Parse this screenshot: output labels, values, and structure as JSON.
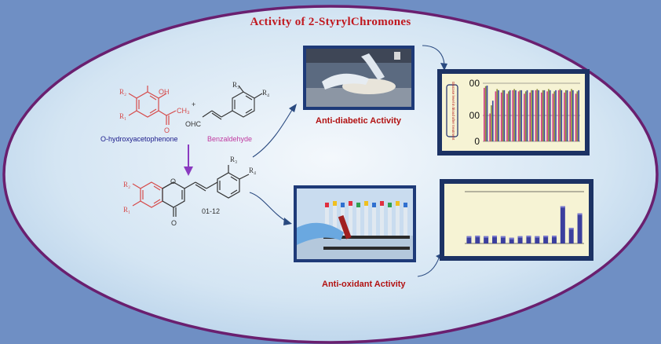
{
  "title": "Activity of 2-StyrylChromones",
  "reaction": {
    "reactant1_name": "O-hydroxyacetophenone",
    "reactant2_name": "Benzaldehyde",
    "plus": "+",
    "r2": "R2",
    "r1": "R1",
    "r3": "R3",
    "r4": "R4",
    "oh": "OH",
    "ch3": "CH3",
    "o": "O",
    "ohc": "OHC",
    "product_code": "01-12"
  },
  "activities": {
    "antidiabetic_label": "Anti-diabetic Activity",
    "antioxidant_label": "Anti-oxidant Activity"
  },
  "chart_data": [
    {
      "type": "bar",
      "title": "",
      "ylabel": "Glucose level in blood after treatment",
      "y_tick_labels": [
        "00",
        "00",
        "0"
      ],
      "series": [
        {
          "values": [
            92,
            48,
            86,
            84,
            82,
            88,
            86,
            82,
            84,
            88,
            84,
            86,
            82,
            88,
            84,
            86,
            82
          ]
        },
        {
          "values": [
            95,
            62,
            90,
            88,
            86,
            90,
            88,
            86,
            88,
            90,
            88,
            90,
            86,
            90,
            88,
            90,
            86
          ]
        },
        {
          "values": [
            96,
            70,
            88,
            88,
            88,
            88,
            88,
            88,
            88,
            88,
            88,
            88,
            88,
            88,
            88,
            88,
            88
          ]
        }
      ],
      "colors": [
        "#d53a8a",
        "#8a8a3a",
        "#3a4aa0"
      ],
      "ylim": [
        0,
        100
      ]
    },
    {
      "type": "bar",
      "title": "",
      "values": [
        14,
        15,
        14,
        15,
        14,
        11,
        14,
        15,
        14,
        15,
        15,
        72,
        30,
        58
      ],
      "color": "#3b3f9e",
      "ylim": [
        0,
        100
      ]
    }
  ]
}
